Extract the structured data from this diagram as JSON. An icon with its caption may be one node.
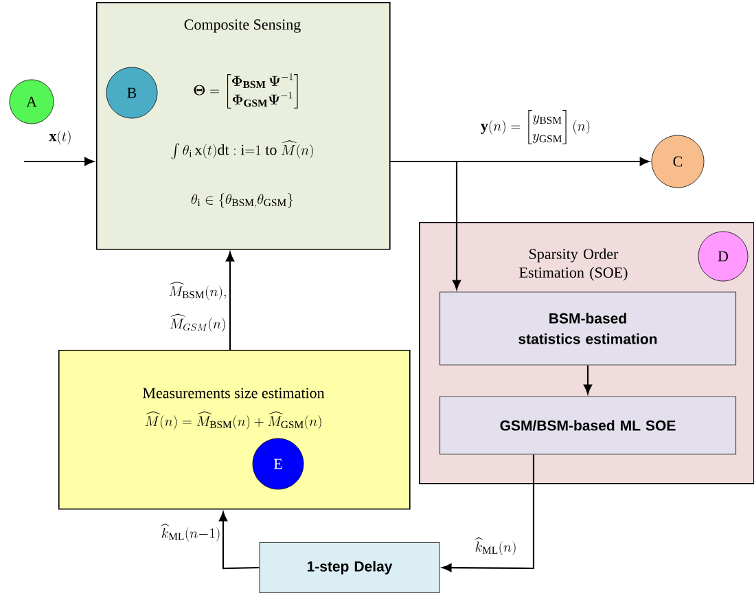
{
  "diagram": {
    "nodes": [
      {
        "text": [
          "A"
        ]
      },
      {
        "text": [
          "Composite Sensing",
          "\\boldsymbol{\\Theta}= \\begin{bmatrix}\\boldsymbol{\\Phi}_{\\mathbf{BSM}}\\,\\boldsymbol{\\Psi}^{-1}\\\\ \\boldsymbol{\\Phi}_{\\mathbf{GSM}}\\boldsymbol{\\Psi}^{-1}\\end{bmatrix}",
          "\\int \\theta_{\\mathrm{i}}\\, \\mathrm{x}(t)\\mathrm{dt} : \\mathrm{i}{=}1 \\text{ to } \\widehat{M}(n)",
          "\\theta_{\\mathrm{i}} \\in \\{\\theta_{\\mathrm{BSM},}\\theta_{\\mathrm{GSM}}\\}"
        ]
      },
      {
        "text": [
          "B"
        ],
        "in": 1
      },
      {
        "text": [
          "C"
        ]
      },
      {
        "text": [
          "Sparsity Order Estimation (SOE)"
        ]
      },
      {
        "text": [
          "D"
        ],
        "in": 4
      },
      {
        "text": [
          "BSM-based statistics estimation"
        ],
        "in": 4
      },
      {
        "text": [
          "GSM/BSM-based ML SOE"
        ],
        "in": 4
      },
      {
        "text": [
          "Measurements size estimation",
          "\\widehat{M}(n) = \\widehat{M}_{\\mathrm{BSM}}(n) + \\widehat{M}_{\\mathrm{GSM}}(n)"
        ]
      },
      {
        "text": [
          "E"
        ],
        "in": 8
      },
      {
        "text": [
          "1-step Delay"
        ]
      }
    ],
    "edges": [
      {
        "from": null,
        "to": 1,
        "arrow": "to",
        "label": "\\mathbf{x}(t)"
      },
      {
        "from": 1,
        "to": 3,
        "arrow": "to",
        "label": "\\mathbf{y}(n) = \\begin{bmatrix}y_{\\mathrm{BSM}}\\\\ y_{\\mathrm{GSM}}\\end{bmatrix}(n)"
      },
      {
        "from": 1,
        "to": 6,
        "arrow": "to"
      },
      {
        "from": 6,
        "to": 7,
        "arrow": "to"
      },
      {
        "from": 7,
        "to": 10,
        "arrow": "to",
        "label": "\\widehat{k}_{\\mathrm{ML}}(n)"
      },
      {
        "from": 10,
        "to": 8,
        "arrow": "to",
        "label": "\\widehat{k}_{\\mathrm{ML}}(n{-}1)"
      },
      {
        "from": 8,
        "to": 1,
        "arrow": "to",
        "label": "\\begin{gathered}\\widehat{M}_{\\mathrm{BSM}}(n),\\\\[14pt] \\widehat{M}_{GSM}(n)\\end{gathered}"
      }
    ]
  }
}
